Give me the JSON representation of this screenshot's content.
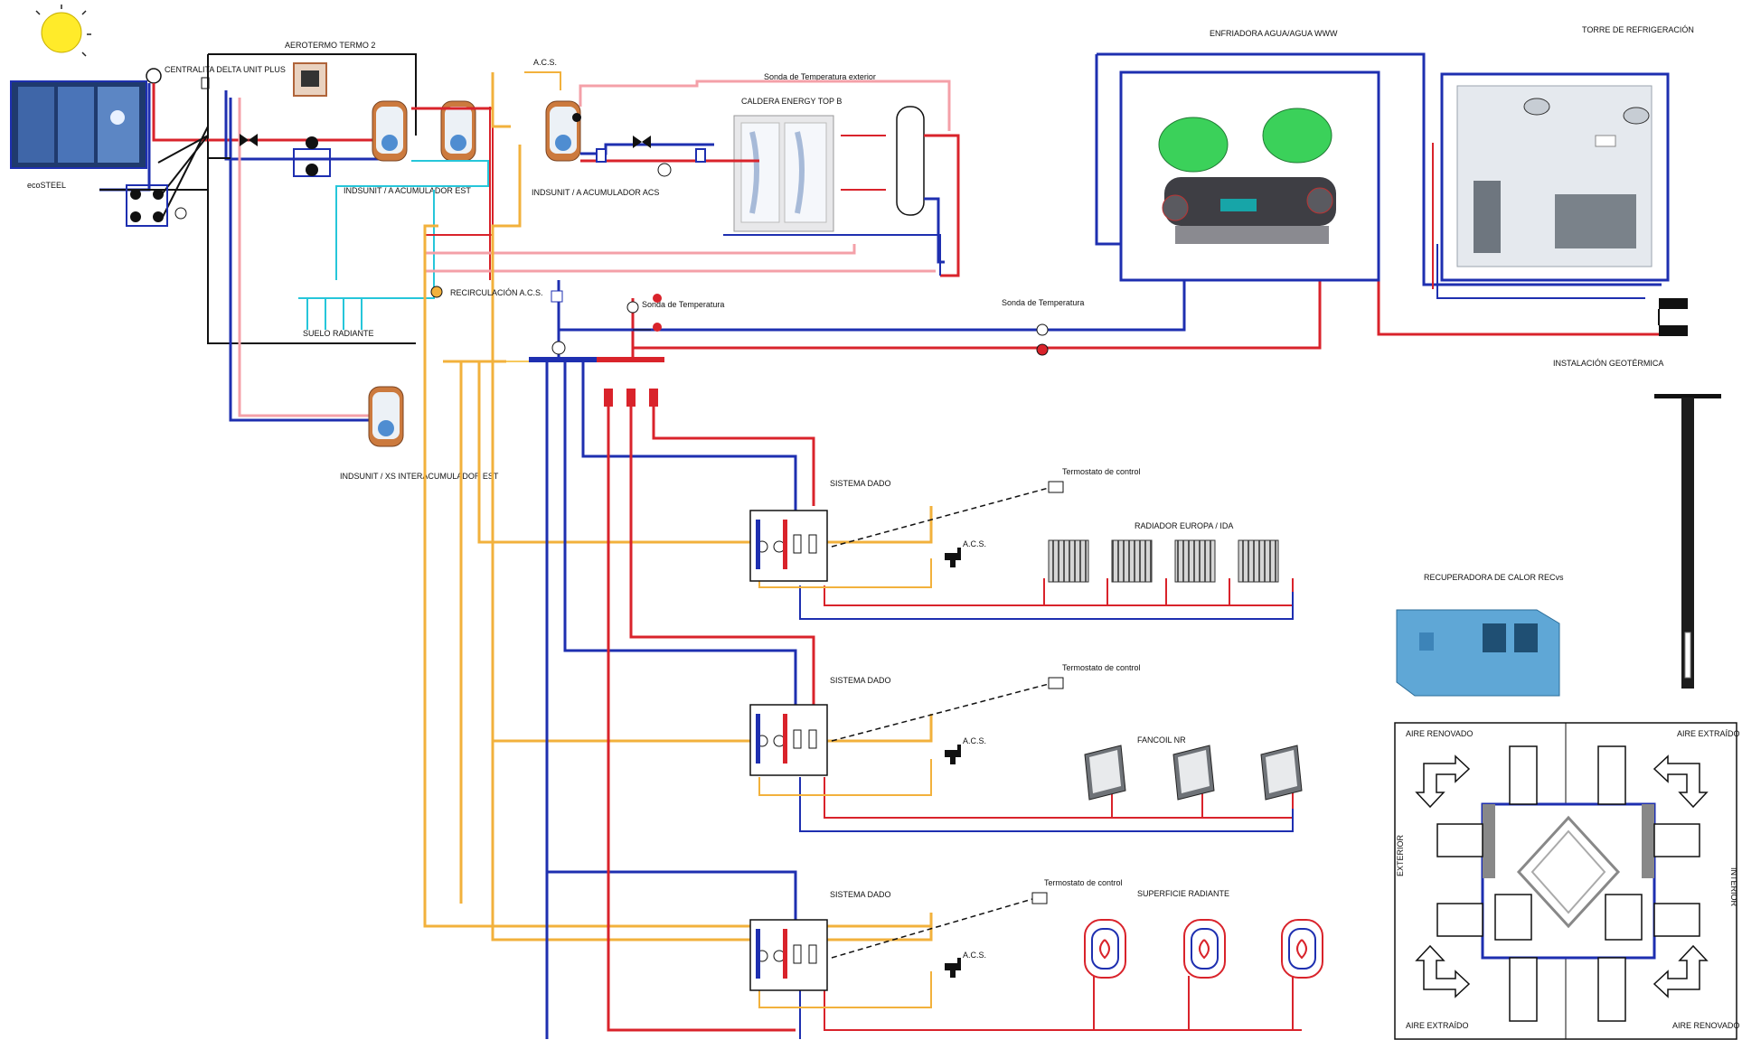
{
  "labels": {
    "solar_collectors": "ecoSTEEL",
    "solar_control": "CENTRALITA DELTA UNIT PLUS",
    "thermostat_top": "AEROTERMO TERMO 2",
    "acs_top": "A.C.S.",
    "outdoor_probe": "Sonda de Temperatura exterior",
    "boiler": "CALDERA ENERGY TOP B",
    "tank1": "INDSUNIT / A ACUMULADOR EST",
    "tank2": "INDSUNIT / A ACUMULADOR ACS",
    "tank3": "INDSUNIT / XS INTERACUMULADOR EST",
    "floor_loop": "SUELO RADIANTE",
    "recirculation": "RECIRCULACIÓN A.C.S.",
    "temp_probe_1": "Sonda de Temperatura",
    "temp_probe_2": "Sonda de Temperatura",
    "chiller": "ENFRIADORA AGUA/AGUA WWW",
    "cooling_tower": "TORRE DE REFRIGERACIÓN",
    "geothermal": "INSTALACIÓN GEOTÉRMICA",
    "heat_recovery": "RECUPERADORA DE CALOR RECvs",
    "system_1": "SISTEMA DADO",
    "system_2": "SISTEMA DADO",
    "system_3": "SISTEMA DADO",
    "thermostat_1": "Termostato de control",
    "thermostat_2": "Termostato de control",
    "thermostat_3": "Termostato de control",
    "acs_1": "A.C.S.",
    "acs_2": "A.C.S.",
    "acs_3": "A.C.S.",
    "radiators": "RADIADOR EUROPA / IDA",
    "fancoil": "FANCOIL NR",
    "underfloor": "SUPERFICIE RADIANTE",
    "air_renewed_left": "AIRE RENOVADO",
    "air_extracted_right": "AIRE EXTRAÍDO",
    "air_extracted_left": "AIRE EXTRAÍDO",
    "air_renewed_right": "AIRE RENOVADO",
    "exterior": "EXTERIOR",
    "interior": "INTERIOR"
  },
  "colors": {
    "hot": "#d9232b",
    "cold": "#1e2fb0",
    "acs": "#f2b13c",
    "acs_light": "#f7c95d",
    "solar": "#f4a0a8",
    "cyan": "#26c6da",
    "black": "#111111"
  }
}
